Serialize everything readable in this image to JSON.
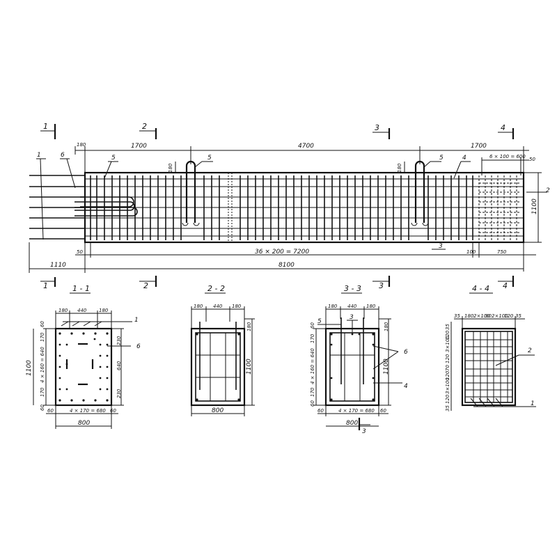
{
  "elevation": {
    "cut_markers": [
      "1",
      "1",
      "2",
      "2",
      "3",
      "3",
      "4",
      "4"
    ],
    "callouts": [
      "1",
      "6",
      "5",
      "5",
      "4",
      "2",
      "3"
    ],
    "dims_top": [
      "180",
      "1700",
      "4700",
      "1700",
      "6 × 100 = 600",
      "50"
    ],
    "dims_side": [
      "180",
      "180",
      "1100"
    ],
    "dims_bottom": [
      "50",
      "36 × 200 = 7200",
      "100",
      "750",
      "1110",
      "8100"
    ]
  },
  "section_1": {
    "title": "1 - 1",
    "dims": [
      "180",
      "440",
      "180",
      "60",
      "170",
      "4 × 160 = 640",
      "170",
      "60",
      "1100",
      "230",
      "640",
      "230",
      "60",
      "4 × 170 = 680",
      "60",
      "800"
    ],
    "callouts": [
      "1",
      "6"
    ]
  },
  "section_2": {
    "title": "2 - 2",
    "dims": [
      "180",
      "440",
      "180",
      "180",
      "1100",
      "800"
    ]
  },
  "section_3": {
    "title": "3 - 3",
    "dims": [
      "180",
      "440",
      "180",
      "60",
      "170",
      "4 × 160 = 640",
      "60",
      "170",
      "180",
      "1100",
      "60",
      "4 × 170 = 680",
      "60",
      "800"
    ],
    "callouts": [
      "5",
      "3",
      "6",
      "4",
      "3"
    ]
  },
  "section_4": {
    "title": "4 - 4",
    "dims": [
      "35",
      "180",
      "2×100",
      "90",
      "2×100",
      "120",
      "35",
      "35",
      "120",
      "3×100",
      "120",
      "70",
      "120",
      "3×100",
      "120",
      "35"
    ],
    "callouts": [
      "2",
      "1"
    ]
  }
}
